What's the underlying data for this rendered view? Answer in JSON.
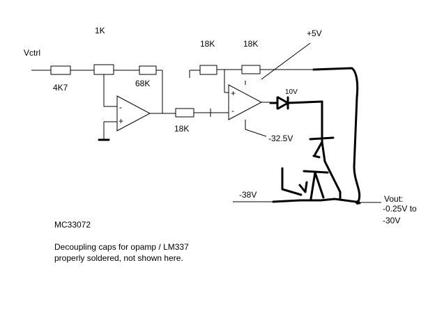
{
  "labels": {
    "vctrl": "Vctrl",
    "r_4k7": "4K7",
    "r_1k": "1K",
    "r_68k": "68K",
    "r_18k_a": "18K",
    "r_18k_b": "18K",
    "r_18k_c": "18K",
    "supply_pos": "+5V",
    "supply_neg": "-32.5V",
    "zener": "10V",
    "input_neg": "-38V",
    "vout_title": "Vout:",
    "vout_range_1": "-0.25V to",
    "vout_range_2": "-30V",
    "chip": "MC33072",
    "plus_sign": "+",
    "minus_sign": "-"
  },
  "note": {
    "line1": "Decoupling caps for opamp / LM337",
    "line2": "properly soldered, not shown here."
  }
}
